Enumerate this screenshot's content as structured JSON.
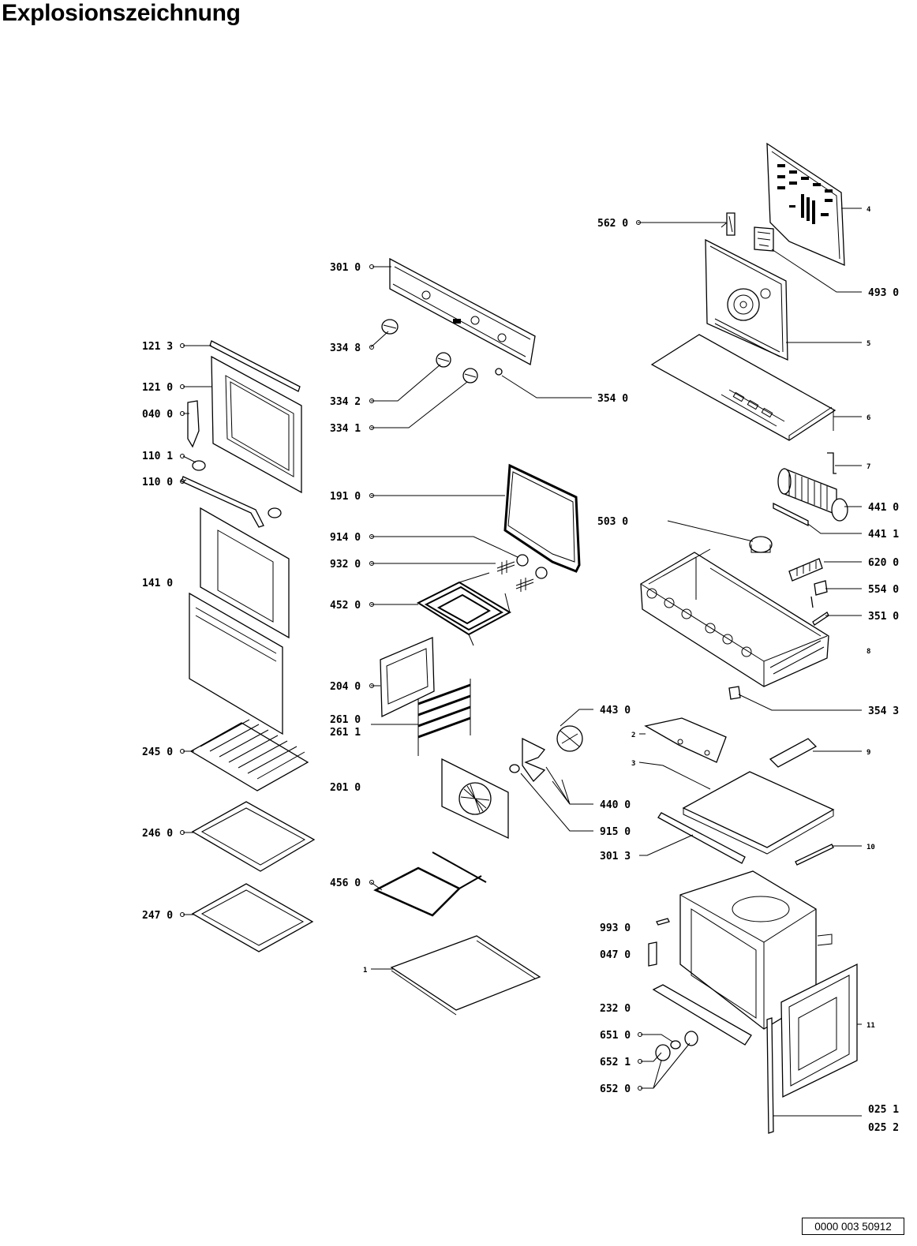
{
  "page": {
    "title": "Explosionszeichnung",
    "doc_number": "0000 003 50912"
  },
  "icons": {
    "callout_dot": "circle"
  },
  "callouts": [
    {
      "id": "c5620",
      "text": "562 0"
    },
    {
      "id": "c4",
      "text": "4"
    },
    {
      "id": "c4930",
      "text": "493 0"
    },
    {
      "id": "c3010",
      "text": "301 0"
    },
    {
      "id": "c3348",
      "text": "334 8"
    },
    {
      "id": "c5",
      "text": "5"
    },
    {
      "id": "c1213",
      "text": "121 3"
    },
    {
      "id": "c1210",
      "text": "121 0"
    },
    {
      "id": "c3342",
      "text": "334 2"
    },
    {
      "id": "c3540",
      "text": "354 0"
    },
    {
      "id": "c0400",
      "text": "040 0"
    },
    {
      "id": "c3341",
      "text": "334 1"
    },
    {
      "id": "c6",
      "text": "6"
    },
    {
      "id": "c1101",
      "text": "110 1"
    },
    {
      "id": "c7",
      "text": "7"
    },
    {
      "id": "c1100",
      "text": "110 0"
    },
    {
      "id": "c1910",
      "text": "191 0"
    },
    {
      "id": "c4410",
      "text": "441 0"
    },
    {
      "id": "c5030",
      "text": "503 0"
    },
    {
      "id": "c4411",
      "text": "441 1"
    },
    {
      "id": "c9140",
      "text": "914 0"
    },
    {
      "id": "c9320",
      "text": "932 0"
    },
    {
      "id": "c6200",
      "text": "620 0"
    },
    {
      "id": "c1410",
      "text": "141 0"
    },
    {
      "id": "c5540",
      "text": "554 0"
    },
    {
      "id": "c4520",
      "text": "452 0"
    },
    {
      "id": "c3510",
      "text": "351 0"
    },
    {
      "id": "c8",
      "text": "8"
    },
    {
      "id": "c2040",
      "text": "204 0"
    },
    {
      "id": "c3543",
      "text": "354 3"
    },
    {
      "id": "c4430",
      "text": "443 0"
    },
    {
      "id": "c2610",
      "text": "261 0"
    },
    {
      "id": "c2611",
      "text": "261 1"
    },
    {
      "id": "c2",
      "text": "2"
    },
    {
      "id": "c2450",
      "text": "245 0"
    },
    {
      "id": "c9",
      "text": "9"
    },
    {
      "id": "c3",
      "text": "3"
    },
    {
      "id": "c2010",
      "text": "201 0"
    },
    {
      "id": "c4400",
      "text": "440 0"
    },
    {
      "id": "c2460",
      "text": "246 0"
    },
    {
      "id": "c9150",
      "text": "915 0"
    },
    {
      "id": "c10",
      "text": "10"
    },
    {
      "id": "c3013",
      "text": "301 3"
    },
    {
      "id": "c4560",
      "text": "456 0"
    },
    {
      "id": "c2470",
      "text": "247 0"
    },
    {
      "id": "c9930",
      "text": "993 0"
    },
    {
      "id": "c0470",
      "text": "047 0"
    },
    {
      "id": "c1",
      "text": "1"
    },
    {
      "id": "c2320",
      "text": "232 0"
    },
    {
      "id": "c11",
      "text": "11"
    },
    {
      "id": "c6510",
      "text": "651 0"
    },
    {
      "id": "c6521",
      "text": "652 1"
    },
    {
      "id": "c6520",
      "text": "652 0"
    },
    {
      "id": "c0251",
      "text": "025 1"
    },
    {
      "id": "c0252",
      "text": "025 2"
    }
  ]
}
